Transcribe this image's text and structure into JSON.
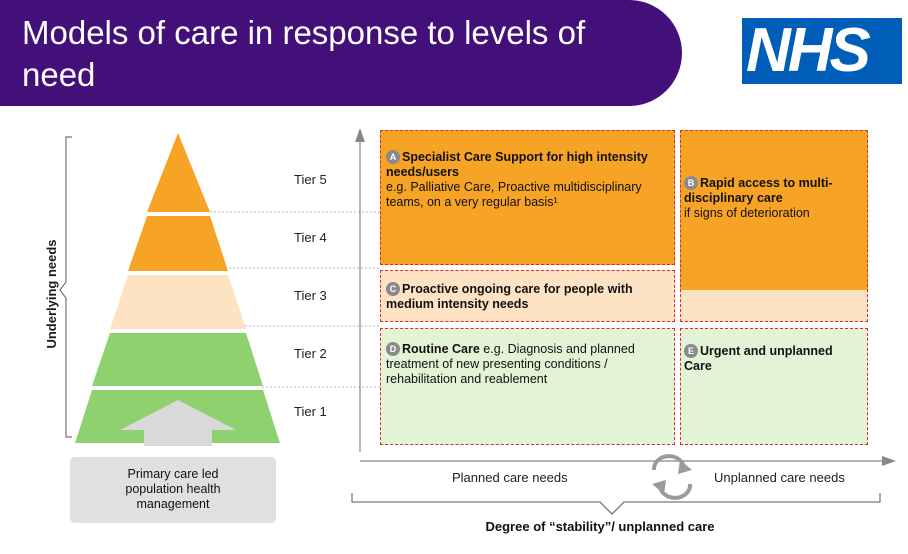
{
  "header": {
    "title": "Models of care in response to levels of need",
    "logo_text": "NHS"
  },
  "pyramid": {
    "side_label": "Underlying needs",
    "tiers": [
      "Tier 5",
      "Tier 4",
      "Tier 3",
      "Tier 2",
      "Tier 1"
    ],
    "base_box": "Primary care led population health management"
  },
  "boxes": {
    "a": {
      "badge": "A",
      "heading": "Specialist Care Support for high intensity needs/users",
      "body": "e.g. Palliative Care, Proactive multidisciplinary teams, on a very regular basis¹"
    },
    "b": {
      "badge": "B",
      "heading": "Rapid access to multi-disciplinary care",
      "body": "if signs of deterioration"
    },
    "c": {
      "badge": "C",
      "heading": "Proactive ongoing care for people with medium intensity needs"
    },
    "d": {
      "badge": "D",
      "heading": "Routine Care",
      "body": "e.g. Diagnosis and planned treatment of new presenting conditions / rehabilitation and reablement"
    },
    "e": {
      "badge": "E",
      "heading": "Urgent and unplanned Care"
    }
  },
  "axis": {
    "left_label": "Planned care needs",
    "right_label": "Unplanned care needs",
    "footer": "Degree of “stability”/ unplanned care"
  },
  "colors": {
    "banner": "#43107a",
    "nhs_blue": "#005eb8",
    "orange": "#f7a325",
    "peach": "#fde3c4",
    "green": "#8fd16e",
    "light_green": "#e3f4d6",
    "dashed_red": "#d42e2e"
  }
}
